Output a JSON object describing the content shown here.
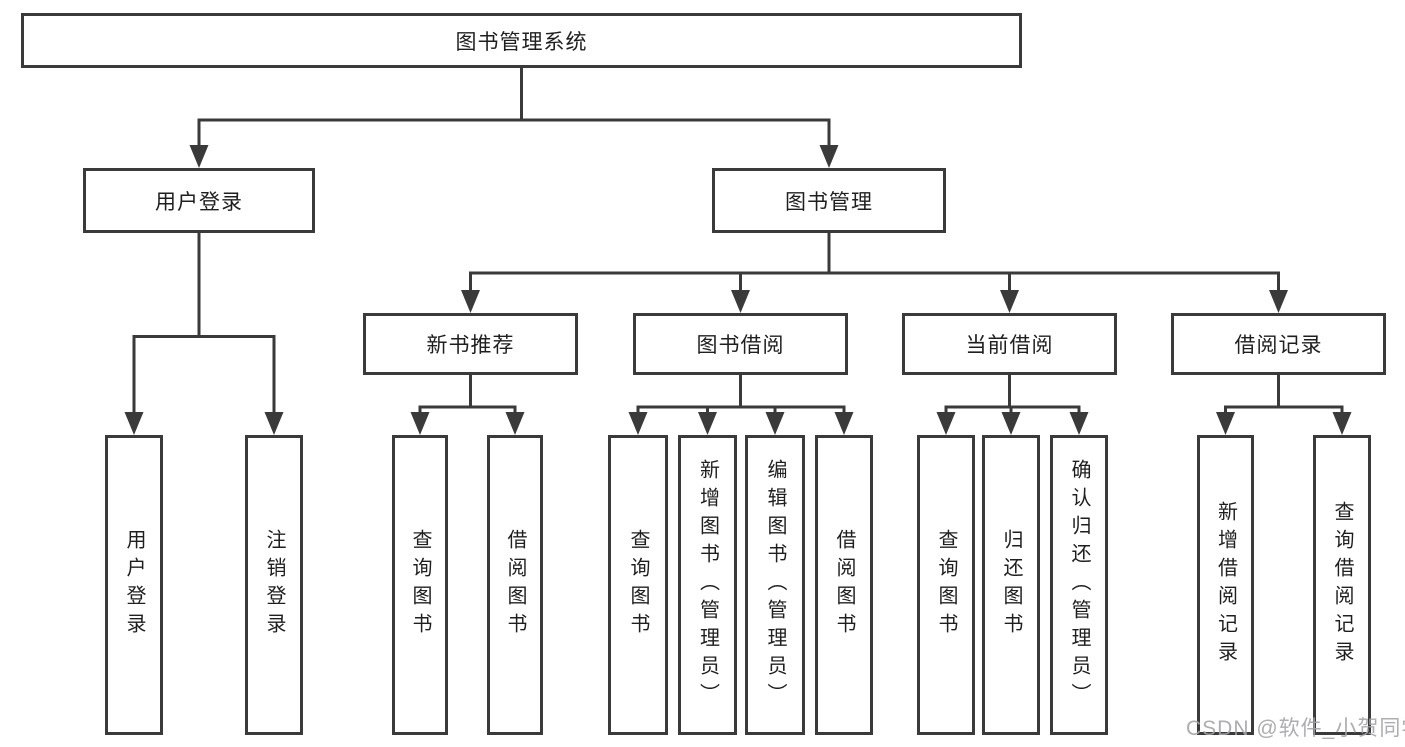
{
  "tree": {
    "root": "图书管理系统",
    "branches": [
      {
        "label": "用户登录",
        "children": [
          "用户登录",
          "注销登录"
        ]
      },
      {
        "label": "图书管理",
        "groups": [
          {
            "label": "新书推荐",
            "children": [
              "查询图书",
              "借阅图书"
            ]
          },
          {
            "label": "图书借阅",
            "children": [
              "查询图书",
              "新增图书（管理员）",
              "编辑图书（管理员）",
              "借阅图书"
            ]
          },
          {
            "label": "当前借阅",
            "children": [
              "查询图书",
              "归还图书",
              "确认归还（管理员）"
            ]
          },
          {
            "label": "借阅记录",
            "children": [
              "新增借阅记录",
              "查询借阅记录"
            ]
          }
        ]
      }
    ]
  },
  "watermark": "CSDN @软件_小贺同学",
  "colors": {
    "line": "#3a3a3a",
    "text": "#1f1f1f",
    "watermark": "#a4a4aa"
  }
}
